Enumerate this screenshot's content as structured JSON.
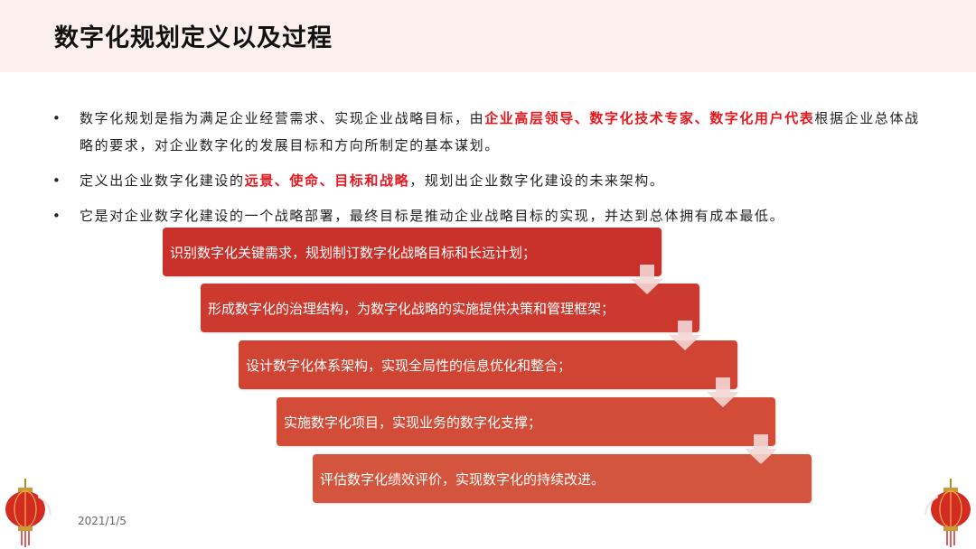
{
  "title": "数字化规划定义以及过程",
  "bullets": [
    {
      "segments": [
        {
          "text": "数字化规划是指为满足企业经营需求、实现企业战略目标，由",
          "hl": false
        },
        {
          "text": "企业高层领导、数字化技术专家、数字化用户代表",
          "hl": true
        },
        {
          "text": "根据企业总体战略的要求，对企业数字化的发展目标和方向所制定的基本谋划。",
          "hl": false
        }
      ]
    },
    {
      "segments": [
        {
          "text": "定义出企业数字化建设的",
          "hl": false
        },
        {
          "text": "远景、使命、目标和战略",
          "hl": true
        },
        {
          "text": "，规划出企业数字化建设的未来架构。",
          "hl": false
        }
      ]
    },
    {
      "segments": [
        {
          "text": "它是对企业数字化建设的一个战略部署，最终目标是推动企业战略目标的实现，并达到总体拥有成本最低。",
          "hl": false
        }
      ]
    }
  ],
  "steps": [
    {
      "text": "识别数字化关键需求，规划制订数字化战略目标和长远计划；",
      "color": "#c9302a"
    },
    {
      "text": "形成数字化的治理结构，为数字化战略的实施提供决策和管理框架；",
      "color": "#cc3a2f"
    },
    {
      "text": "设计数字化体系架构，实现全局性的信息优化和整合；",
      "color": "#d04433"
    },
    {
      "text": "实施数字化项目，实现业务的数字化支撑；",
      "color": "#d24c38"
    },
    {
      "text": "评估数字化绩效评价，实现数字化的持续改进。",
      "color": "#d4553e"
    }
  ],
  "bullet_glyph": "•",
  "date": "2021/1/5",
  "colors": {
    "highlight": "#e8161d",
    "header_bg": "#fbf0ee",
    "arrow": "#f3d6d4"
  },
  "icons": [
    "lantern-icon",
    "down-arrow-icon"
  ]
}
